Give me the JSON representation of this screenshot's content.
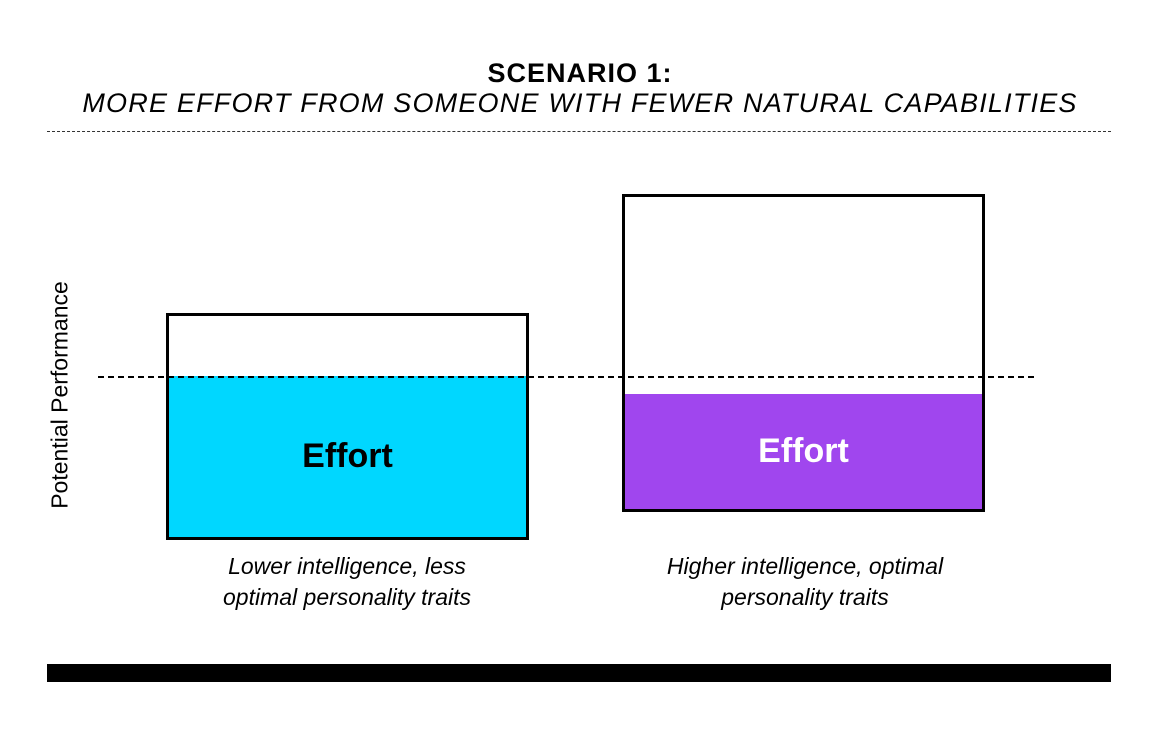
{
  "header": {
    "title": "SCENARIO 1:",
    "subtitle": "MORE EFFORT FROM SOMEONE WITH FEWER NATURAL CAPABILITIES"
  },
  "y_axis_label": "Potential Performance",
  "colors": {
    "effort_fill_1": "#00d7ff",
    "effort_fill_2": "#a046ee",
    "outline": "#000000"
  },
  "boxes": [
    {
      "fill_label": "Effort",
      "caption_line1": "Lower intelligence, less",
      "caption_line2": "optimal personality traits"
    },
    {
      "fill_label": "Effort",
      "caption_line1": "Higher intelligence, optimal",
      "caption_line2": "personality traits"
    }
  ]
}
